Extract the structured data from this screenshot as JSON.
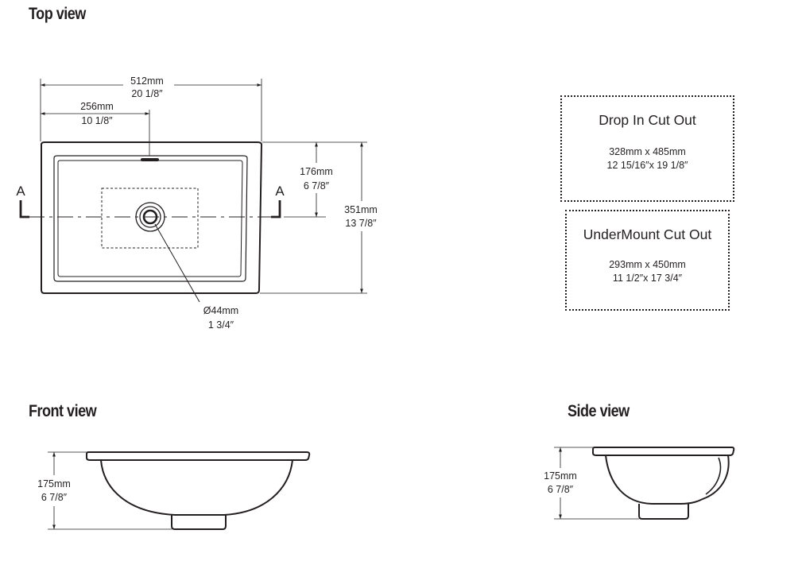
{
  "headings": {
    "top_view": "Top view",
    "front_view": "Front view",
    "side_view": "Side view"
  },
  "top_view": {
    "width_mm": "512mm",
    "width_in": "20 1/8″",
    "half_width_mm": "256mm",
    "half_width_in": "10 1/8″",
    "center_depth_mm": "176mm",
    "center_depth_in": "6 7/8″",
    "depth_mm": "351mm",
    "depth_in": "13 7/8″",
    "drain_mm": "Ø44mm",
    "drain_in": "1 3/4″",
    "section_left": "A",
    "section_right": "A"
  },
  "cutouts": {
    "drop_in": {
      "title": "Drop In Cut Out",
      "size_mm": "328mm x 485mm",
      "size_in": "12 15/16″x 19 1/8″"
    },
    "undermount": {
      "title": "UnderMount Cut Out",
      "size_mm": "293mm x 450mm",
      "size_in": "11 1/2″x 17 3/4″"
    }
  },
  "front_view": {
    "height_mm": "175mm",
    "height_in": "6 7/8″"
  },
  "side_view": {
    "height_mm": "175mm",
    "height_in": "6 7/8″"
  }
}
